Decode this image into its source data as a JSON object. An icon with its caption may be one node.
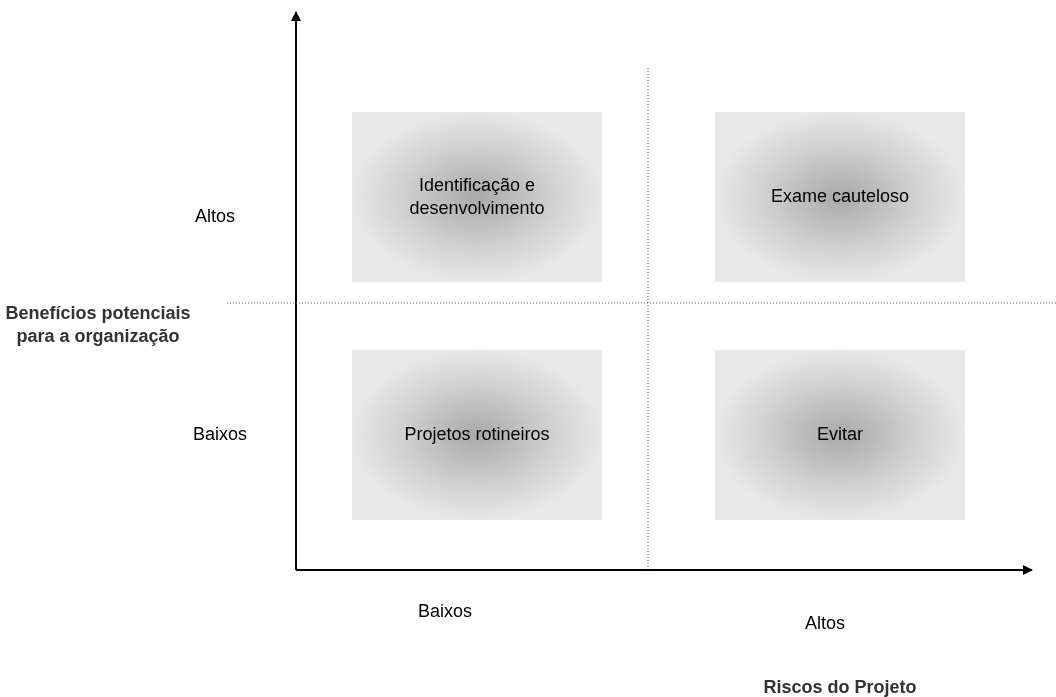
{
  "diagram": {
    "nodes": [
      {
        "text": [
          "Identificação e desenvolvimento"
        ]
      },
      {
        "text": [
          "Exame cauteloso"
        ]
      },
      {
        "text": [
          "Projetos rotineiros"
        ]
      },
      {
        "text": [
          "Evitar"
        ]
      }
    ],
    "labels": [
      "Altos",
      "Benefícios potenciais para a organização",
      "Baixos",
      "Baixos",
      "Altos",
      "Riscos do Projeto"
    ]
  }
}
